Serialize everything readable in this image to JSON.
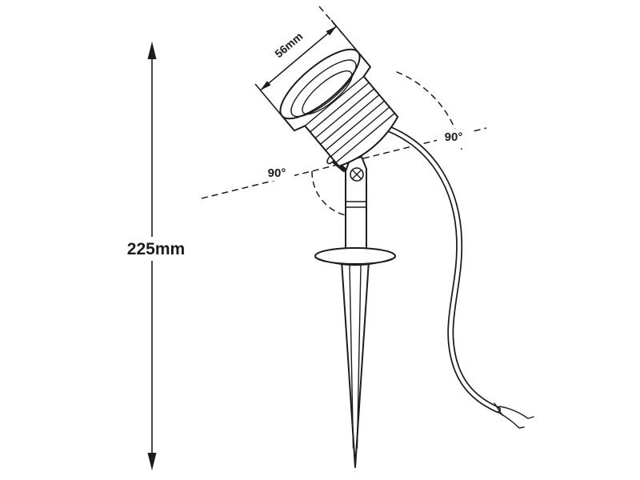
{
  "diagram": {
    "colors": {
      "line": "#1c1c1c",
      "background": "#ffffff"
    },
    "labels": {
      "overall_height": "225mm",
      "head_diameter": "56mm",
      "tilt_angle_left": "90°",
      "tilt_angle_right": "90°"
    }
  }
}
